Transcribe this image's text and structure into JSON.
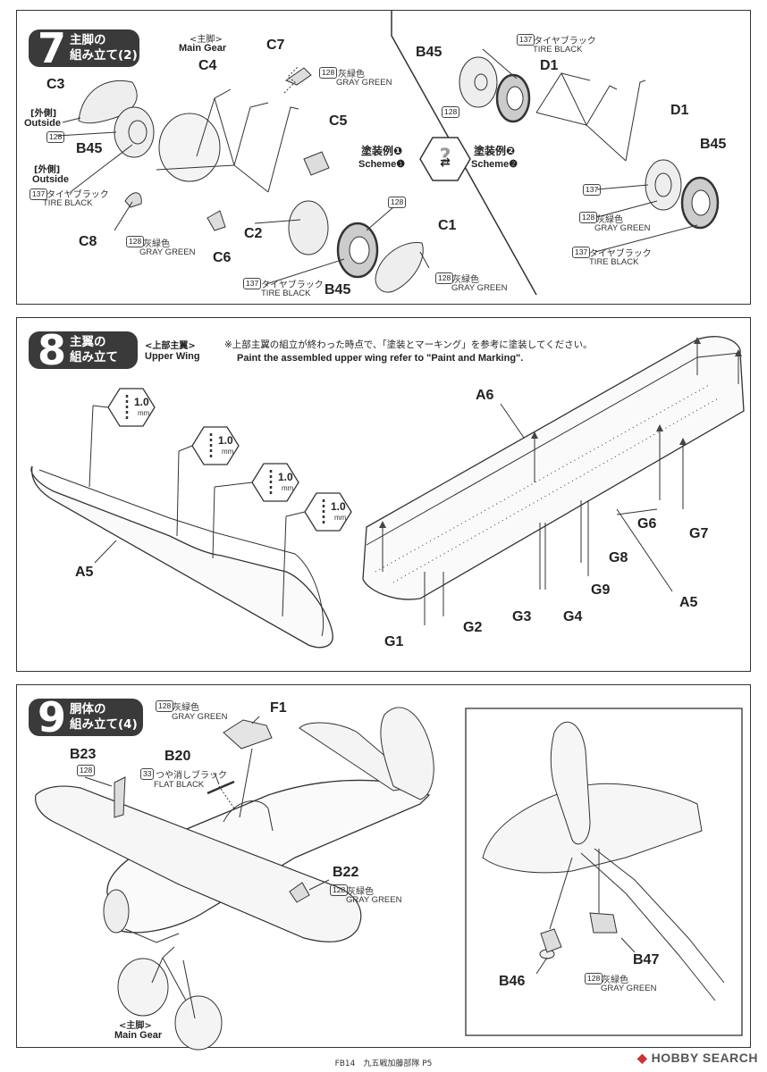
{
  "step7": {
    "number": "7",
    "title_line1": "主脚の",
    "title_line2": "組み立て(2)",
    "main_gear_jp": "<主脚>",
    "main_gear_en": "Main Gear",
    "outside_jp": "[外側]",
    "outside_en": "Outside",
    "scheme_left_jp": "塗装例❶",
    "scheme_left_en": "Scheme❶",
    "scheme_right_jp": "塗装例❷",
    "scheme_right_en": "Scheme❷",
    "parts": [
      "C7",
      "C4",
      "C3",
      "C5",
      "B45",
      "C8",
      "C6",
      "C2",
      "B45",
      "C1",
      "B45",
      "D1",
      "D1",
      "B45"
    ],
    "gray_green_num": "128",
    "gray_green_jp": "灰緑色",
    "gray_green_en": "GRAY GREEN",
    "tire_black_num": "137",
    "tire_black_jp": "タイヤブラック",
    "tire_black_en": "TIRE BLACK"
  },
  "step8": {
    "number": "8",
    "title_line1": "主翼の",
    "title_line2": "組み立て",
    "upper_wing_jp": "<上部主翼>",
    "upper_wing_en": "Upper Wing",
    "note_jp": "※上部主翼の組立が終わった時点で、「塗装とマーキング」を参考に塗装してください。",
    "note_en": "Paint the assembled upper wing refer to \"Paint and Marking\".",
    "drill_value": "1.0",
    "drill_unit": "mm",
    "parts": [
      "A5",
      "A6",
      "G6",
      "G7",
      "G8",
      "G9",
      "A5",
      "G3",
      "G4",
      "G1",
      "G2"
    ]
  },
  "step9": {
    "number": "9",
    "title_line1": "胴体の",
    "title_line2": "組み立て(4)",
    "main_gear_jp": "<主脚>",
    "main_gear_en": "Main Gear",
    "flat_black_num": "33",
    "flat_black_jp": "つや消しブラック",
    "flat_black_en": "FLAT BLACK",
    "parts": [
      "F1",
      "B23",
      "B20",
      "B22",
      "B47",
      "B46"
    ]
  },
  "footer": "FB14　九五戦加藤部隊  P5",
  "watermark_brand": "HOBBY",
  "watermark_word": "SEARCH"
}
